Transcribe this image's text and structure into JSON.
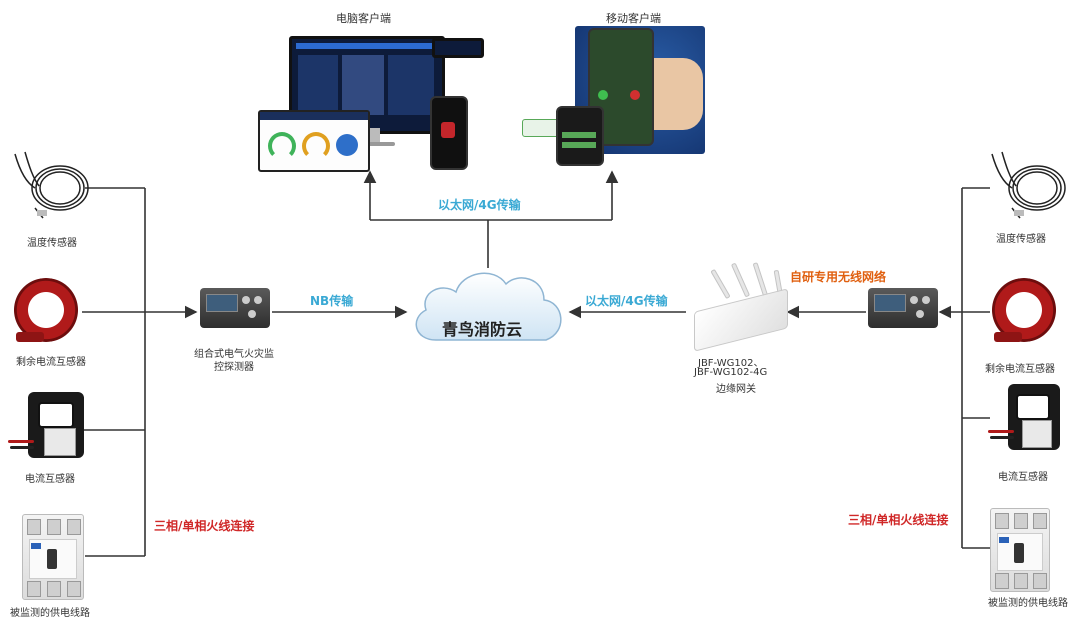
{
  "clients": {
    "pc_label": "电脑客户端",
    "mobile_label": "移动客户端"
  },
  "cloud": {
    "label": "青鸟消防云"
  },
  "links": {
    "cloud_to_clients": "以太网/4G传输",
    "detector_to_cloud": "NB传输",
    "gateway_to_cloud": "以太网/4G传输",
    "right_detector_to_gateway": "自研专用无线网络",
    "left_wiring": "三相/单相火线连接",
    "right_wiring": "三相/单相火线连接"
  },
  "left_sensors": [
    {
      "label": "温度传感器",
      "icon": "temperature-sensor-icon"
    },
    {
      "label": "剩余电流互感器",
      "icon": "residual-current-transformer-icon"
    },
    {
      "label": "电流互感器",
      "icon": "current-transformer-icon"
    },
    {
      "label": "被监测的供电线路",
      "icon": "circuit-breaker-icon"
    }
  ],
  "right_sensors": [
    {
      "label": "温度传感器",
      "icon": "temperature-sensor-icon"
    },
    {
      "label": "剩余电流互感器",
      "icon": "residual-current-transformer-icon"
    },
    {
      "label": "电流互感器",
      "icon": "current-transformer-icon"
    },
    {
      "label": "被监测的供电线路",
      "icon": "circuit-breaker-icon"
    }
  ],
  "detector": {
    "label": "组合式电气火灾监控探测器"
  },
  "gateway": {
    "label_line1": "JBF-WG102、",
    "label_line2": "JBF-WG102-4G",
    "label_line3": "边缘网关"
  },
  "colors": {
    "link_blue": "#3aa9d4",
    "wiring_red": "#d02828",
    "wireless_orange": "#e06010"
  }
}
